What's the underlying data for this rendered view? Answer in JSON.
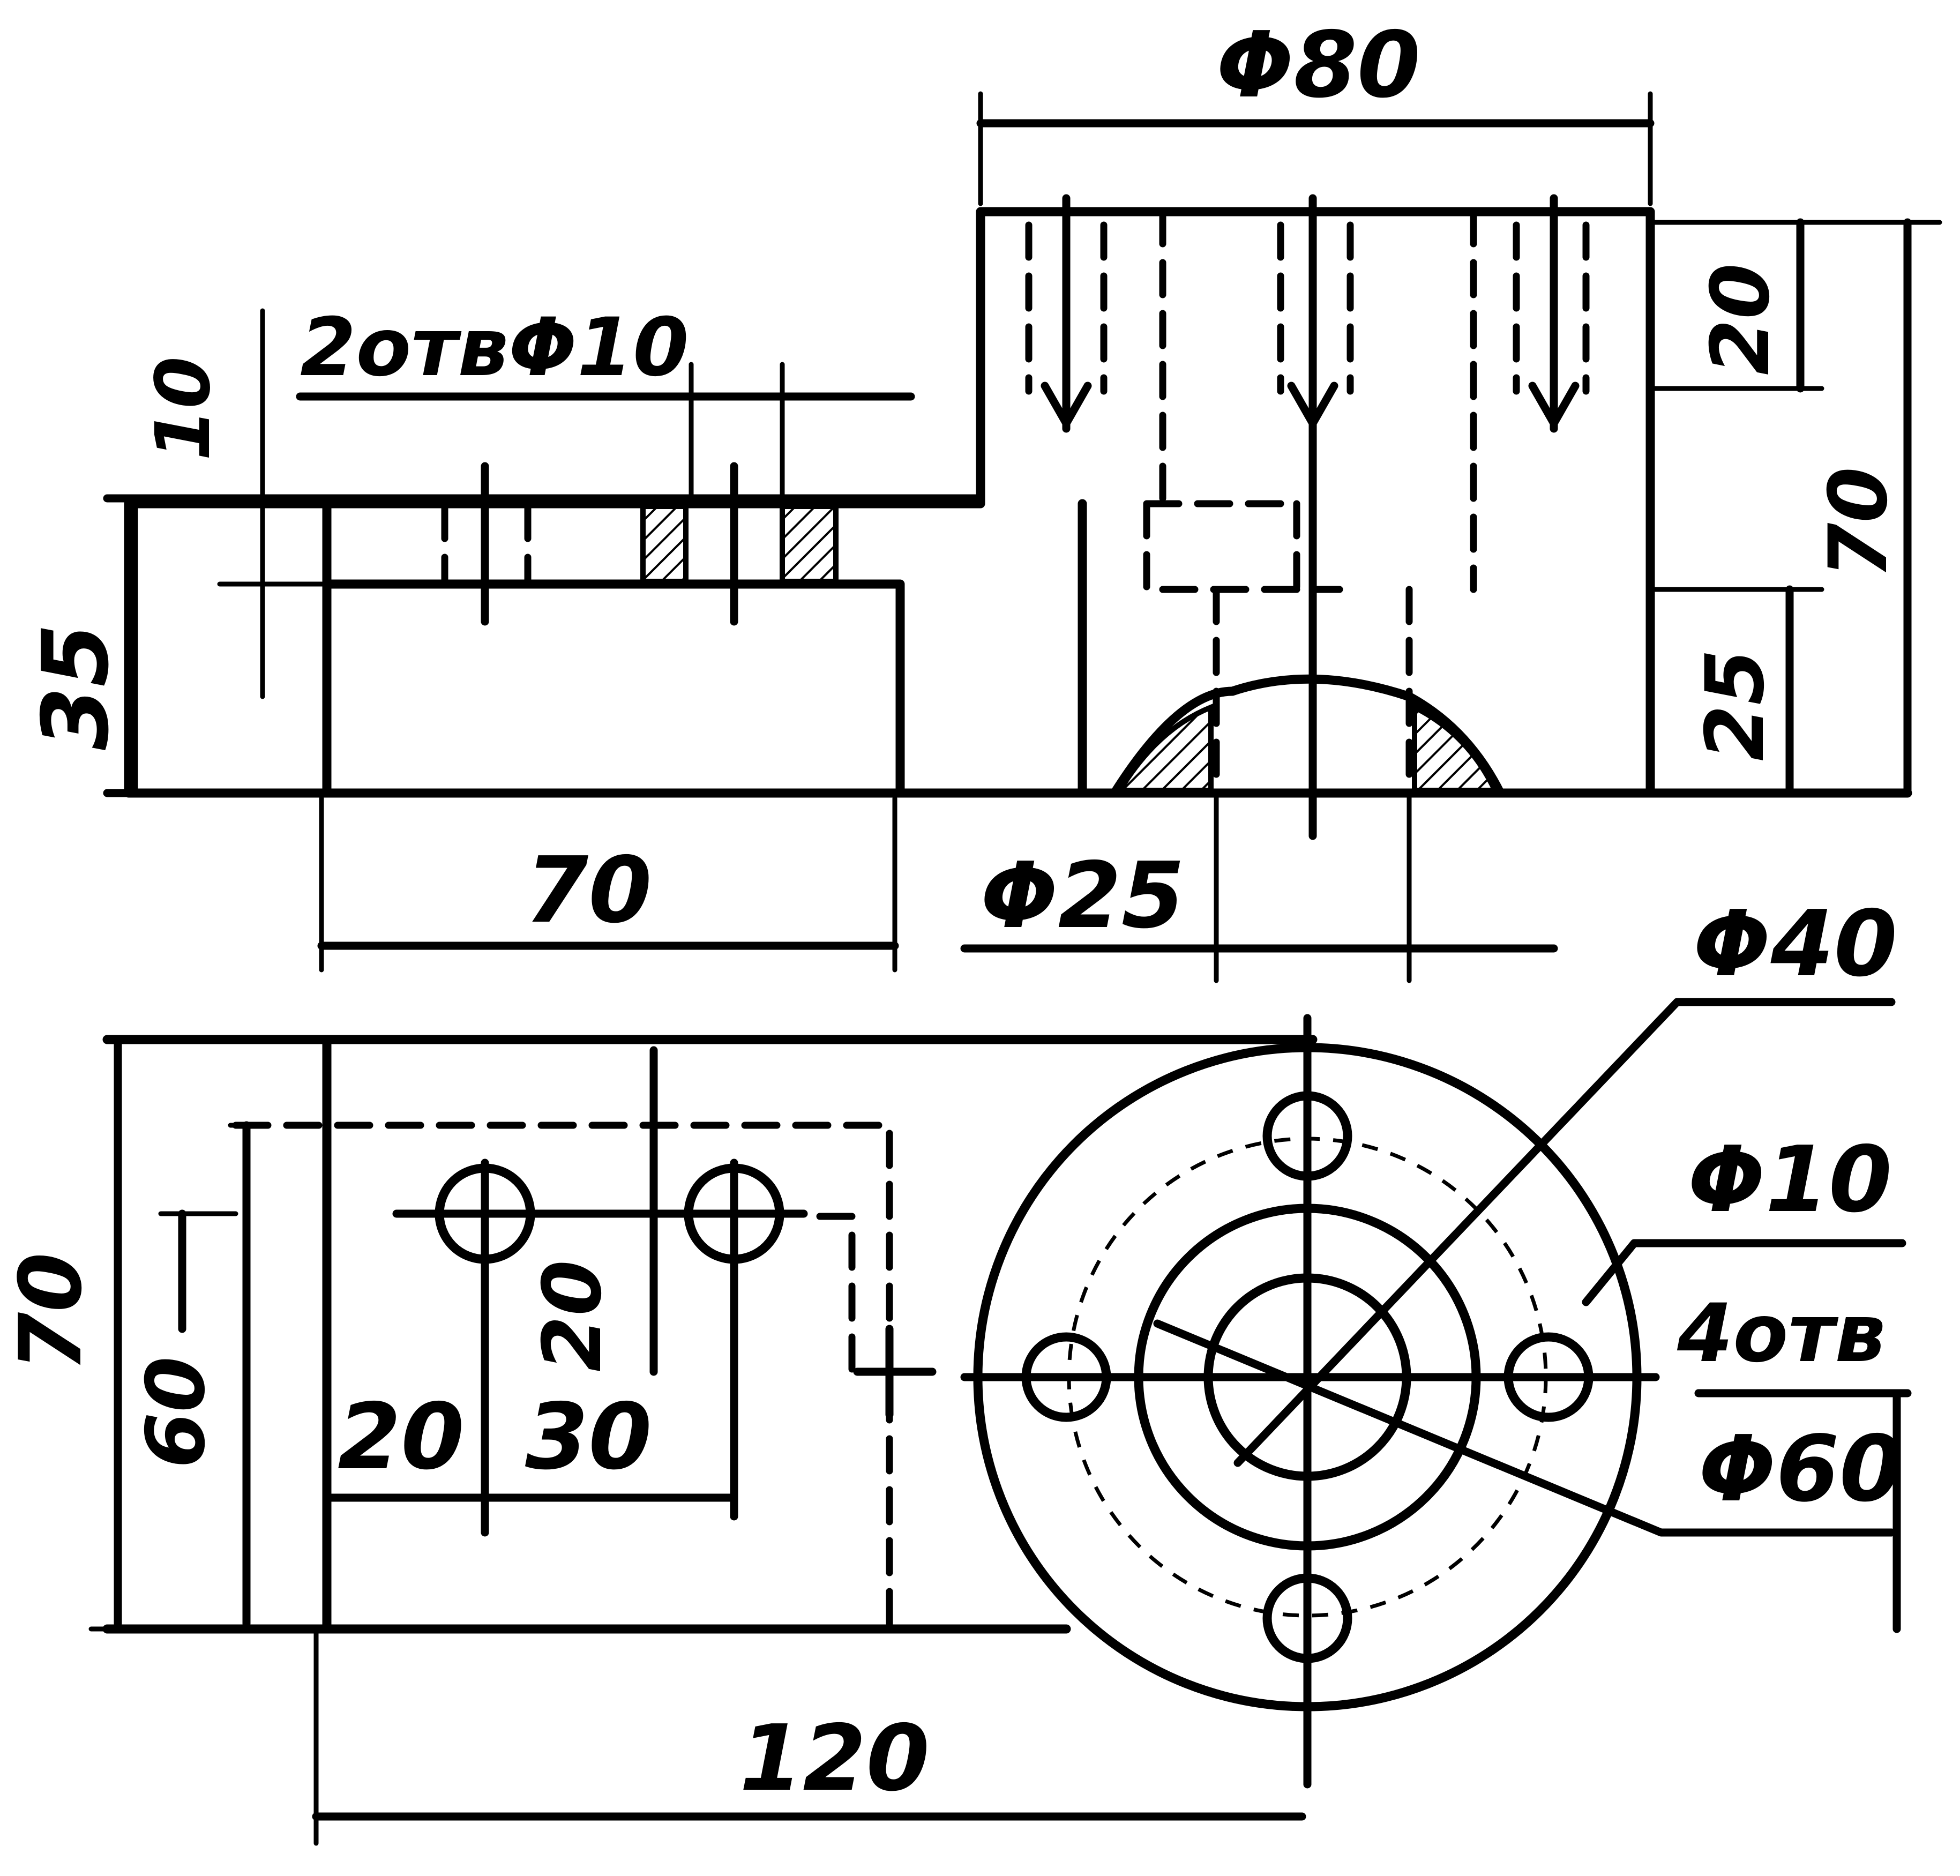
{
  "labels": {
    "d80": "Φ80",
    "holes_note": "2отвΦ10",
    "h10": "10",
    "h35": "35",
    "h20_top": "20",
    "h70_right": "70",
    "h25": "25",
    "w70": "70",
    "d25": "Φ25",
    "d40": "Φ40",
    "d10": "Φ10",
    "holes4": "4отв",
    "d60": "Φ60",
    "h70_left": "70",
    "h60": "60",
    "v20_mid": "20",
    "w20": "20",
    "w30": "30",
    "w120": "120"
  }
}
